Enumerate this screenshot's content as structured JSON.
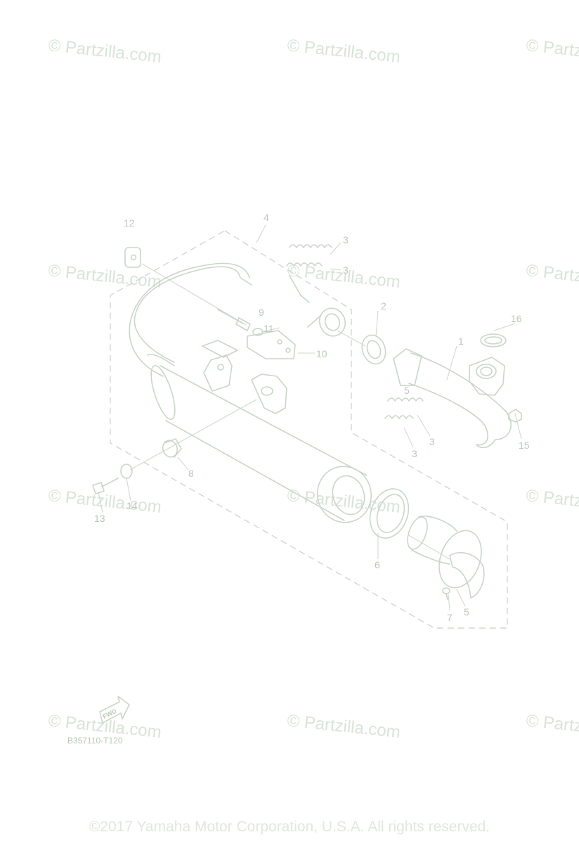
{
  "watermark": "© Partzilla.com",
  "diagram_code": "B357110-T120",
  "fwd_label": "FWD",
  "copyright": "©2017 Yamaha Motor Corporation, U.S.A. All rights reserved.",
  "callouts": {
    "c1": "1",
    "c2": "2",
    "c3a": "3",
    "c3b": "3",
    "c3c": "3",
    "c3d": "3",
    "c4": "4",
    "c5a": "5",
    "c5b": "5",
    "c6": "6",
    "c7": "7",
    "c8": "8",
    "c9": "9",
    "c10": "10",
    "c11": "11",
    "c12": "12",
    "c13": "13",
    "c14": "14",
    "c15": "15",
    "c16": "16"
  }
}
